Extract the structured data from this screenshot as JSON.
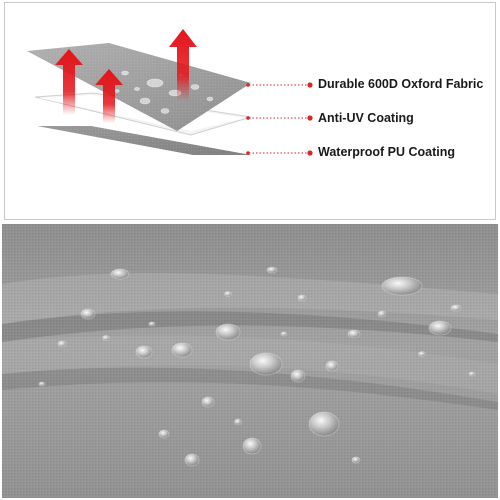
{
  "layers": [
    {
      "label": "Durable 600D Oxford Fabric"
    },
    {
      "label": "Anti-UV Coating"
    },
    {
      "label": "Waterproof PU Coating"
    }
  ],
  "colors": {
    "fabric_gray": "#9b9b9b",
    "uv_layer": "#ffffff",
    "pu_layer": "#8c8c8c",
    "arrow_red": "#e3151b",
    "leader_red": "#d9262b"
  },
  "icons": [
    "heat-arrow-icon",
    "heat-arrow-icon",
    "heat-arrow-icon"
  ]
}
